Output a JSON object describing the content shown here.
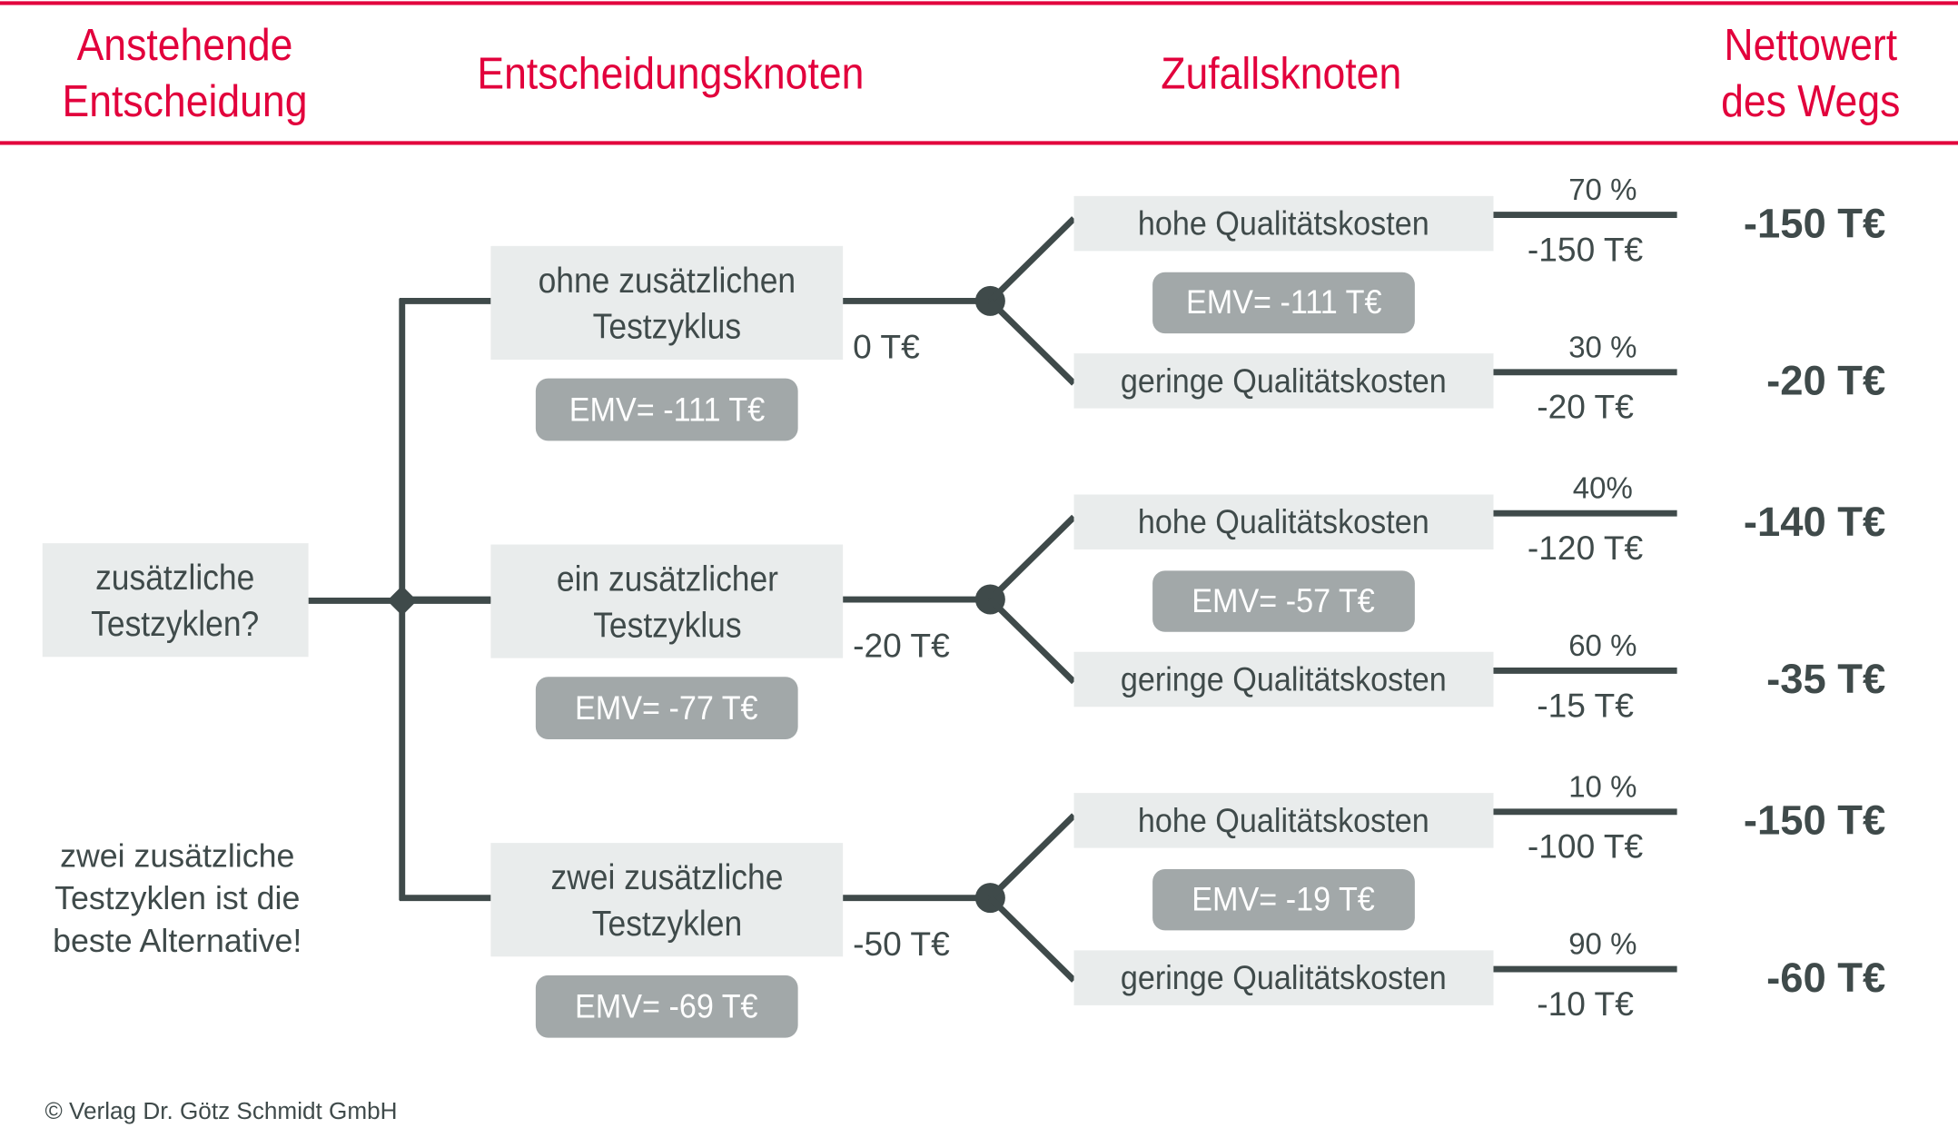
{
  "headers": {
    "pending_decision": [
      "Anstehende",
      "Entscheidung"
    ],
    "decision_nodes": "Entscheidungsknoten",
    "chance_nodes": "Zufallsknoten",
    "path_net_value": [
      "Nettowert",
      "des Wegs"
    ]
  },
  "root": {
    "label": [
      "zusätzliche",
      "Testzyklen?"
    ]
  },
  "conclusion": [
    "zwei zusätzliche",
    "Testzyklen ist die",
    "beste Alternative!"
  ],
  "copyright": "© Verlag Dr. Götz Schmidt GmbH",
  "colors": {
    "accent": "#e2003c",
    "line": "#3f4a4a",
    "box": "#e9ecec",
    "pill": "#a2a8a9"
  },
  "alternatives": [
    {
      "label": [
        "ohne zusätzlichen",
        "Testzyklus"
      ],
      "cost": "0 T€",
      "emv": "EMV= -111 T€",
      "chance_emv": "EMV= -111 T€",
      "outcomes": [
        {
          "label": "hohe Qualitätskosten",
          "probability": "70 %",
          "value": "-150 T€",
          "net": "-150 T€"
        },
        {
          "label": "geringe Qualitätskosten",
          "probability": "30 %",
          "value": "-20 T€",
          "net": "-20 T€"
        }
      ]
    },
    {
      "label": [
        "ein zusätzlicher",
        "Testzyklus"
      ],
      "cost": "-20 T€",
      "emv": "EMV= -77 T€",
      "chance_emv": "EMV= -57 T€",
      "outcomes": [
        {
          "label": "hohe Qualitätskosten",
          "probability": "40%",
          "value": "-120 T€",
          "net": "-140 T€"
        },
        {
          "label": "geringe Qualitätskosten",
          "probability": "60 %",
          "value": "-15 T€",
          "net": "-35 T€"
        }
      ]
    },
    {
      "label": [
        "zwei zusätzliche",
        "Testzyklen"
      ],
      "cost": "-50 T€",
      "emv": "EMV= -69 T€",
      "chance_emv": "EMV= -19 T€",
      "outcomes": [
        {
          "label": "hohe Qualitätskosten",
          "probability": "10 %",
          "value": "-100 T€",
          "net": "-150 T€"
        },
        {
          "label": "geringe Qualitätskosten",
          "probability": "90 %",
          "value": "-10 T€",
          "net": "-60 T€"
        }
      ]
    }
  ]
}
